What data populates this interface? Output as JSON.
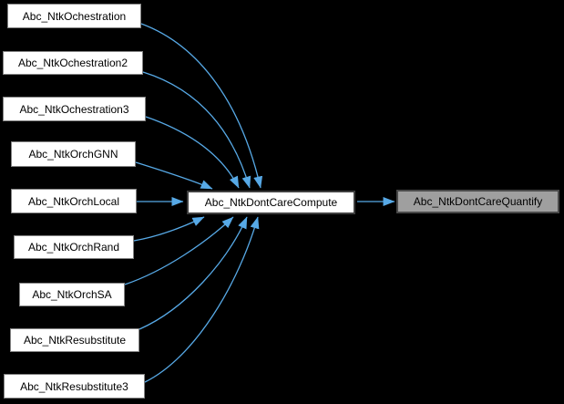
{
  "diagram": {
    "type": "caller-graph",
    "background_color": "#000000",
    "edge_color": "#57a9e6",
    "node_bg_color": "#ffffff",
    "node_border_color": "#828282",
    "center_node_border_color": "#3f3f3f",
    "target_node_bg_color": "#9f9f9f",
    "target_node_border_color": "#4a4a4a",
    "text_color": "#000000",
    "callers": [
      {
        "label": "Abc_NtkOchestration"
      },
      {
        "label": "Abc_NtkOchestration2"
      },
      {
        "label": "Abc_NtkOchestration3"
      },
      {
        "label": "Abc_NtkOrchGNN"
      },
      {
        "label": "Abc_NtkOrchLocal"
      },
      {
        "label": "Abc_NtkOrchRand"
      },
      {
        "label": "Abc_NtkOrchSA"
      },
      {
        "label": "Abc_NtkResubstitute"
      },
      {
        "label": "Abc_NtkResubstitute3"
      }
    ],
    "center_node": {
      "label": "Abc_NtkDontCareCompute"
    },
    "target_node": {
      "label": "Abc_NtkDontCareQuantify"
    }
  }
}
